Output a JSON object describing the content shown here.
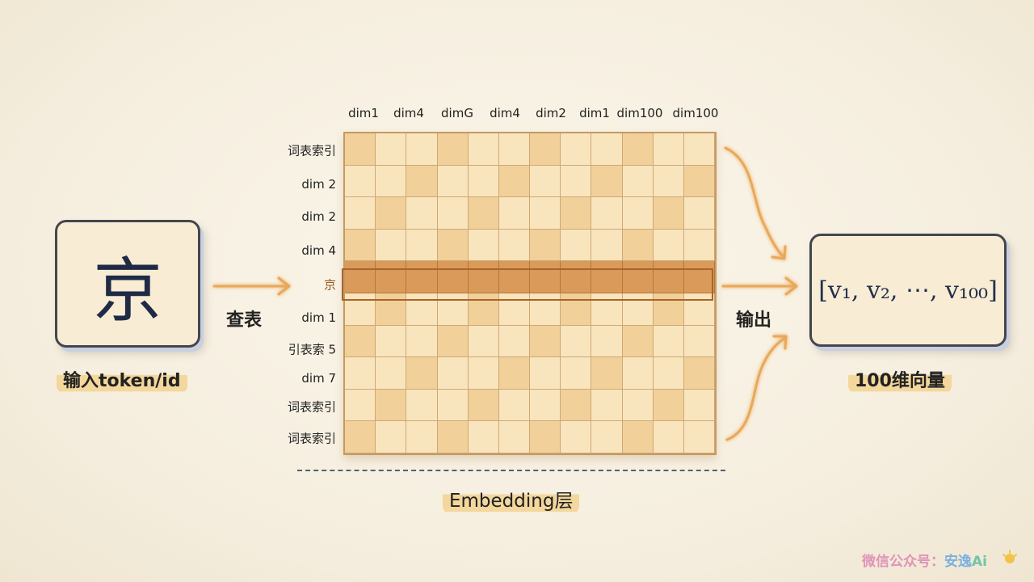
{
  "input": {
    "char": "京",
    "label": "输入token/id"
  },
  "lookup_label": "查表",
  "output_label": "输出",
  "embedding_label": "Embedding层",
  "vector": {
    "text": "[v₁, v₂, ⋯, v₁₀₀]",
    "label": "100维向量"
  },
  "columns": [
    "dim1",
    "dim4",
    "dimG",
    "dim4",
    "dim2",
    "dim1",
    "dim100",
    "dim100"
  ],
  "rows": [
    "词表索引",
    "dim 2",
    "dim 2",
    "dim 4",
    "京",
    "dim 1",
    "引表索 5",
    "dim 7",
    "词表索引",
    "词表索引"
  ],
  "highlighted_row": "京",
  "watermark": {
    "prefix": "微信公众号：",
    "brand": "安逸",
    "ai": "Ai"
  },
  "colors": {
    "accent": "#d99a5a",
    "arrow": "#e9a85a",
    "card_border": "#44464e"
  }
}
